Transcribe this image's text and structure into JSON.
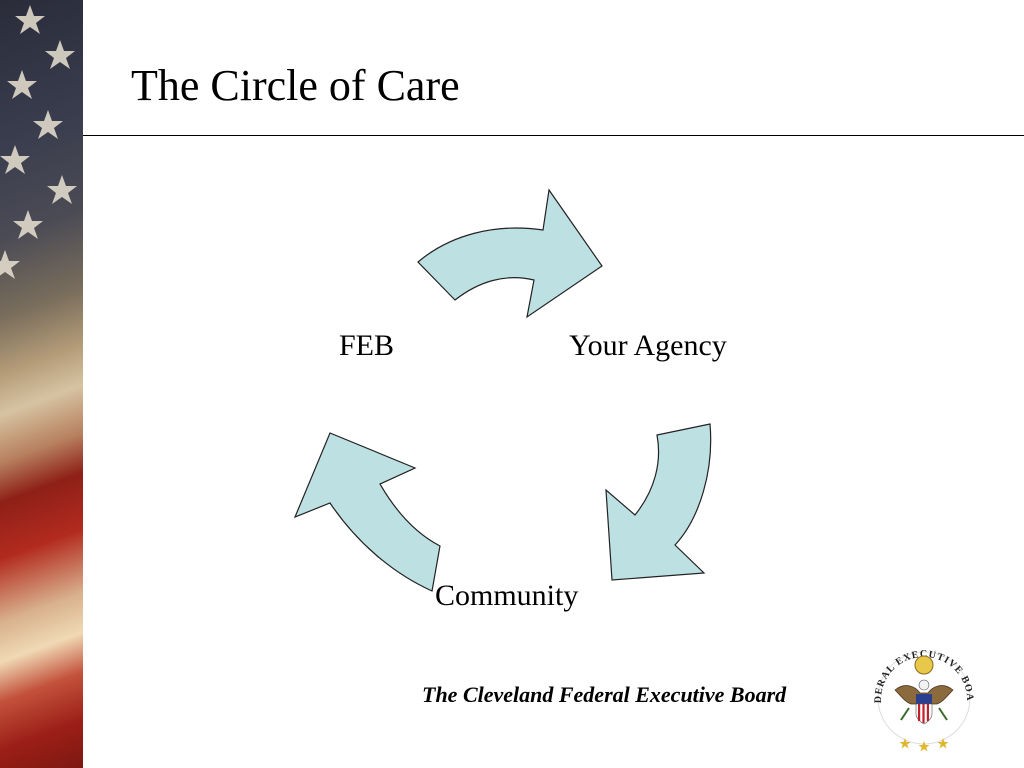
{
  "slide": {
    "title": "The Circle of Care",
    "footer": "The Cleveland Federal Executive Board"
  },
  "diagram": {
    "type": "cycle",
    "nodes": [
      "FEB",
      "Your Agency",
      "Community"
    ],
    "arrow_fill": "#bde0e3",
    "arrow_stroke": "#222222"
  },
  "seal": {
    "text": "FEDERAL EXECUTIVE BOARD"
  },
  "colors": {
    "rule": "#000000",
    "text": "#000000",
    "flag_red": "#b22a1e",
    "flag_blue": "#2a2c3a"
  }
}
